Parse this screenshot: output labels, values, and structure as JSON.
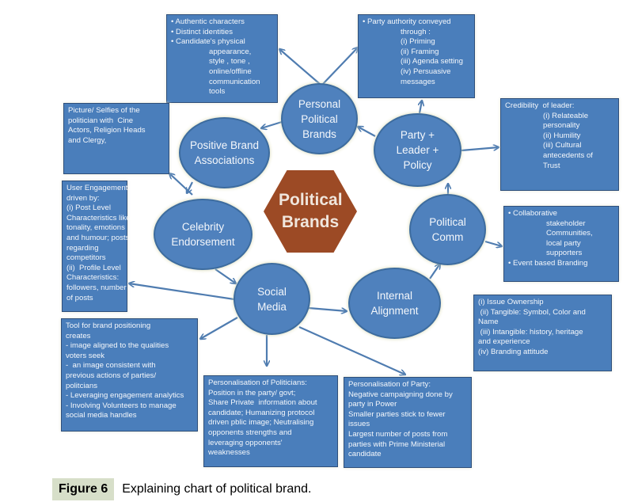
{
  "center": {
    "label": "Political Brands"
  },
  "nodes": {
    "personal": "Personal Political Brands",
    "positive": "Positive Brand Associations",
    "party": "Party + Leader + Policy",
    "celebrity": "Celebrity Endorsement",
    "comm": "Political Comm",
    "social": "Social Media",
    "internal": "Internal Alignment"
  },
  "boxes": {
    "authentic": [
      "• Authentic characters",
      "• Distinct identities",
      "• Candidate's physical",
      "appearance,",
      "style , tone ,",
      "online/offline",
      "communication",
      "tools"
    ],
    "authority": [
      "• Party authority conveyed",
      "through :",
      "(i) Priming",
      "(ii) Framing",
      "(iii) Agenda setting",
      "(iv) Persuasive",
      "messages"
    ],
    "selfies": [
      "Picture/ Selfies of the",
      "politician with  Cine",
      "Actors, Religion Heads",
      "and Clergy,"
    ],
    "credibility": [
      "Credibility  of leader:",
      "(i) Relateable",
      "personality",
      "(ii) Humility",
      "(iii) Cultural",
      "antecedents of",
      "Trust"
    ],
    "engagement": [
      "User Engagement",
      "driven by:",
      "(i) Post Level",
      "Characteristics like",
      "tonality, emotions",
      "and humour; posts",
      "regarding",
      "competitors",
      "(ii)  Profile Level",
      "Characteristics:",
      "followers, number",
      "of posts"
    ],
    "collaborative": [
      "• Collaborative",
      "stakeholder",
      "Communities,",
      "local party",
      "supporters",
      "• Event based Branding"
    ],
    "issue": [
      "(i) Issue Ownership",
      " (ii) Tangible: Symbol, Color and",
      "Name",
      " (iii) Intangible: history, heritage",
      "and experience",
      "(iv) Branding attitude"
    ],
    "tool": [
      "Tool for brand positioning",
      "creates",
      "- image aligned to the qualities",
      "voters seek",
      "-  an image consistent with",
      "previous actions of parties/",
      "politcians",
      "- Leveraging engagement analytics",
      "- Involving Volunteers to manage",
      "social media handles"
    ],
    "politicians": [
      "Personalisation of Politicians:",
      "Position in the party/ govt;",
      "Share Private  information about",
      "candidate; Humanizing protocol",
      "driven pblic image; Neutralising",
      "opponents strengths and",
      "leveraging opponents'",
      "weaknesses"
    ],
    "party_pers": [
      "Personalisation of Party:",
      "Negative campaigning done by",
      "party in Power",
      "Smaller parties stick to fewer",
      "issues",
      "Largest number of posts from",
      "parties with Prime Ministerial",
      "candidate"
    ]
  },
  "caption": {
    "label": "Figure 6",
    "text": "Explaining chart of political brand."
  },
  "colors": {
    "box": "#4a7ebb",
    "node": "#4f81bd",
    "center": "#9c4a25",
    "caption_bg": "#d7dfc9"
  }
}
